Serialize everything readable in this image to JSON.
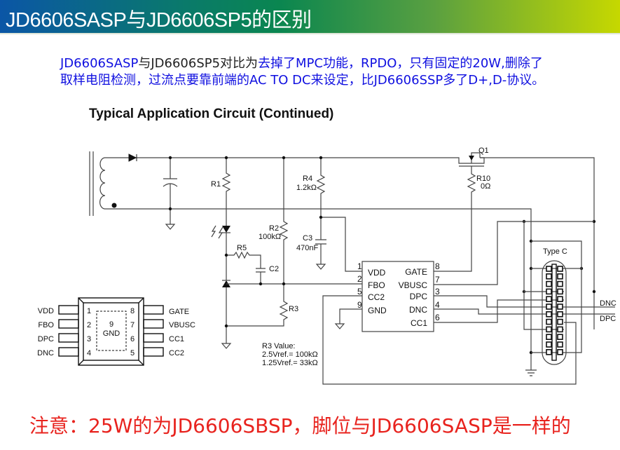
{
  "title": "JD6606SASP与JD6606SP5的区别",
  "description": {
    "line1_a": "JD6606SASP",
    "line1_b": "与JD6606SP5对比为",
    "line1_c": "去掉了MPC功能，RPDO，只有固定的20W,删除了",
    "line2": "取样电阻检测，过流点要靠前端的AC TO  DC来设定，比JD6606SSP多了D+,D-协议。"
  },
  "circuit": {
    "heading": "Typical Application Circuit (Continued)",
    "labels": {
      "q1": "Q1",
      "r10": "R10",
      "r10_val": "0Ω",
      "r1": "R1",
      "r4": "R4",
      "r4_val": "1.2kΩ",
      "r2": "R2",
      "r2_val": "100kΩ",
      "c3": "C3",
      "c3_val": "470nF",
      "r5": "R5",
      "c2": "C2",
      "r3": "R3",
      "typec": "Type C",
      "dnc_out": "DNC",
      "dpc_out": "DPC",
      "r3_title": "R3 Value:",
      "r3_a": "2.5Vref.= 100kΩ",
      "r3_b": "1.25Vref.= 33kΩ"
    },
    "ic_pins_left": [
      {
        "num": "1",
        "name": "VDD"
      },
      {
        "num": "2",
        "name": "FBO"
      },
      {
        "num": "5",
        "name": "CC2"
      },
      {
        "num": "9",
        "name": "GND"
      }
    ],
    "ic_pins_right": [
      {
        "num": "8",
        "name": "GATE"
      },
      {
        "num": "7",
        "name": "VBUSC"
      },
      {
        "num": "3",
        "name": "DPC"
      },
      {
        "num": "4",
        "name": "DNC"
      },
      {
        "num": "6",
        "name": "CC1"
      }
    ]
  },
  "package": {
    "left": [
      {
        "num": "1",
        "name": "VDD"
      },
      {
        "num": "2",
        "name": "FBO"
      },
      {
        "num": "3",
        "name": "DPC"
      },
      {
        "num": "4",
        "name": "DNC"
      }
    ],
    "right": [
      {
        "num": "8",
        "name": "GATE"
      },
      {
        "num": "7",
        "name": "VBUSC"
      },
      {
        "num": "6",
        "name": "CC1"
      },
      {
        "num": "5",
        "name": "CC2"
      }
    ],
    "pad_num": "9",
    "pad_name": "GND"
  },
  "note": "注意：25W的为JD6606SBSP，脚位与JD6606SASP是一样的",
  "colors": {
    "blue_text": "#1010e0",
    "red_note": "#e8231e"
  }
}
